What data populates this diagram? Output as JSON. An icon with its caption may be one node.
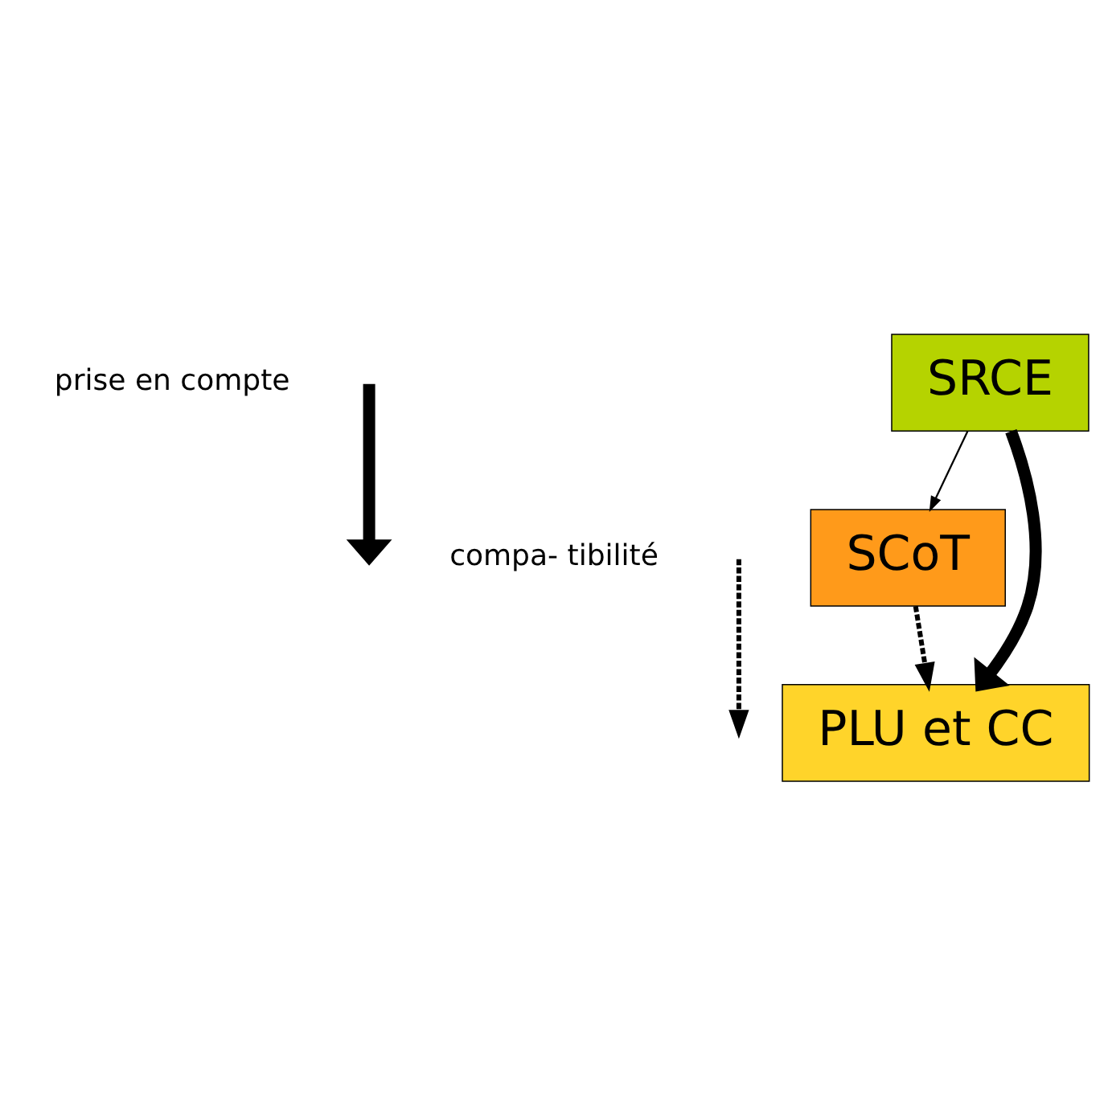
{
  "diagram": {
    "nodes": [
      {
        "text": [
          "SRCE"
        ]
      },
      {
        "text": [
          "SCoT"
        ]
      },
      {
        "text": [
          "PLU et CC"
        ]
      }
    ],
    "edges": [
      {
        "from": 0,
        "to": 1,
        "arrow": "to"
      },
      {
        "from": 1,
        "to": 2,
        "arrow": "to",
        "style": "dashed"
      },
      {
        "from": 0,
        "to": 2,
        "arrow": "to",
        "style": "thick"
      }
    ],
    "legend": [
      {
        "text": "prise en compte"
      },
      {
        "text": "compa- tibilité"
      }
    ]
  }
}
